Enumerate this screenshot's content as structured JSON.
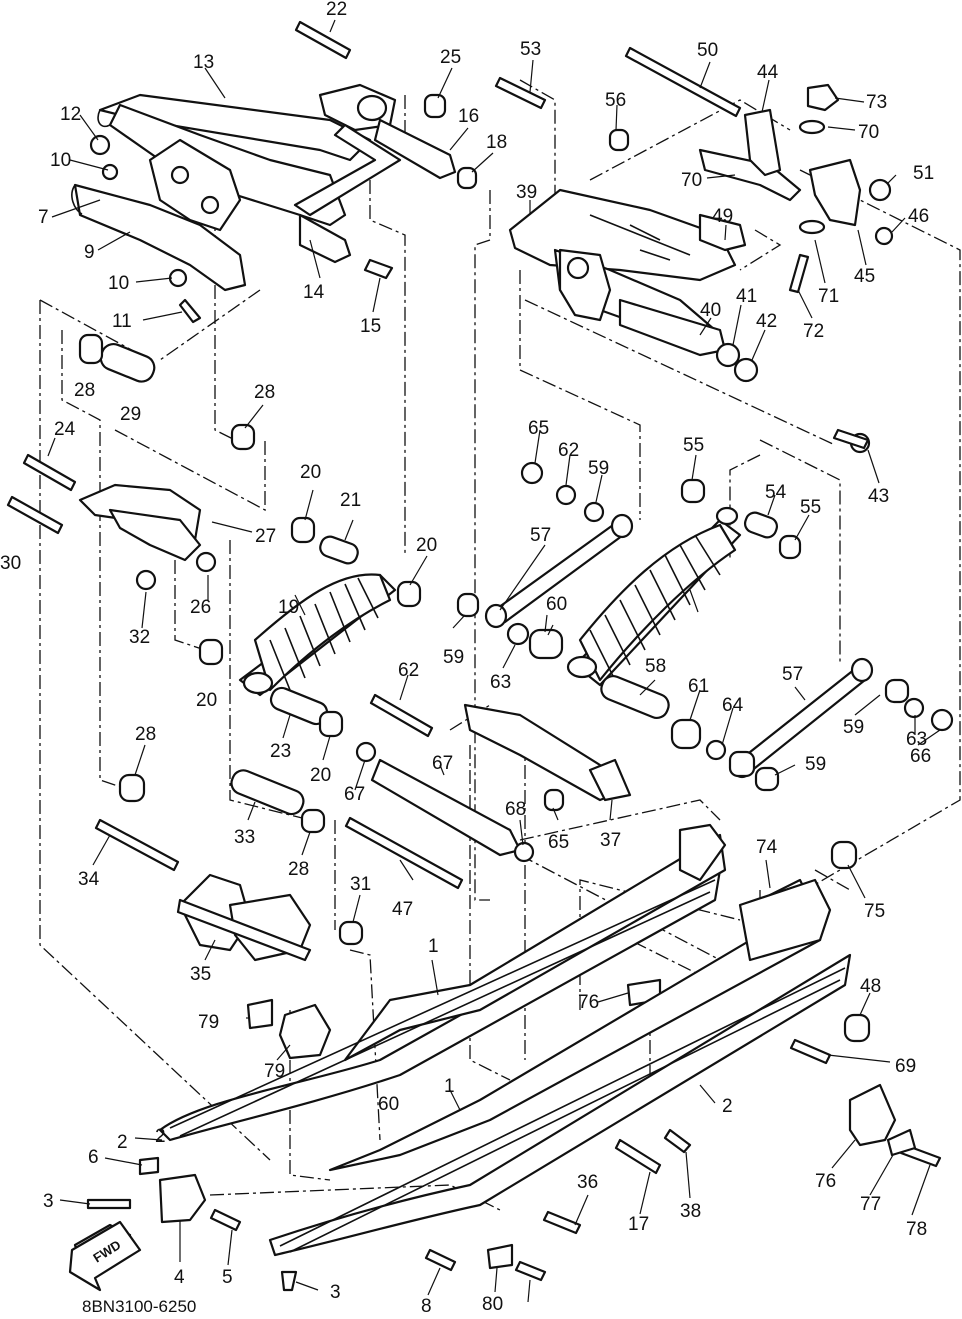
{
  "diagram_code": "8BN3100-6250",
  "fwd_label": "FWD",
  "callouts": [
    "1",
    "1",
    "2",
    "2",
    "2",
    "3",
    "3",
    "4",
    "5",
    "6",
    "7",
    "8",
    "9",
    "10",
    "10",
    "11",
    "12",
    "13",
    "14",
    "15",
    "16",
    "17",
    "18",
    "19",
    "20",
    "20",
    "20",
    "20",
    "21",
    "22",
    "23",
    "24",
    "25",
    "26",
    "27",
    "28",
    "28",
    "28",
    "28",
    "29",
    "30",
    "31",
    "32",
    "33",
    "34",
    "35",
    "36",
    "37",
    "38",
    "39",
    "40",
    "41",
    "42",
    "43",
    "44",
    "45",
    "46",
    "47",
    "48",
    "49",
    "50",
    "51",
    "53",
    "54",
    "55",
    "55",
    "56",
    "57",
    "57",
    "58",
    "59",
    "59",
    "59",
    "59",
    "60",
    "60",
    "61",
    "62",
    "62",
    "63",
    "63",
    "64",
    "65",
    "65",
    "66",
    "67",
    "67",
    "68",
    "69",
    "70",
    "70",
    "71",
    "72",
    "73",
    "74",
    "75",
    "76",
    "76",
    "77",
    "78",
    "79",
    "79",
    "80"
  ]
}
